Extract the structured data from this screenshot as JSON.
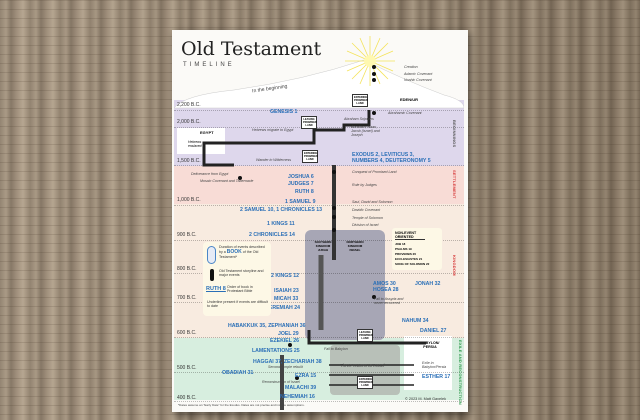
{
  "title": "Old Testament",
  "subtitle": "TIMELINE",
  "intro": "In the beginning",
  "years": [
    "2,200 B.C.",
    "2,000 B.C.",
    "1,500 B.C.",
    "1,000 B.C.",
    "900 B.C.",
    "800 B.C.",
    "700 B.C.",
    "600 B.C.",
    "500 B.C.",
    "400 B.C."
  ],
  "eras": [
    "BEGINNINGS",
    "SETTLEMENT",
    "KINGDOM",
    "EXILE AND RECONSTRUCTION"
  ],
  "places": {
    "eden": "EDEN/UR",
    "egypt": "EGYPT",
    "enslaved": "Hebrews enslaved",
    "babylon": "BABYLON/ PERSIA",
    "south": "SOUTHERN KINGDOM JUDAH",
    "north": "NORTHERN KINGDOM ISRAEL",
    "entering": "ENTERING PROMISED LAND",
    "leaving": "LEAVING PROMISED LAND"
  },
  "books": [
    "GENESIS 1",
    "EXODUS 2, LEVITICUS 3,",
    "NUMBERS 4, DEUTERONOMY 5",
    "JOSHUA 6",
    "JUDGES 7",
    "RUTH 8",
    "1 SAMUEL 9",
    "2 SAMUEL 10, 1 CHRONICLES 13",
    "1 KINGS 11",
    "2 CHRONICLES 14",
    "2 KINGS 12",
    "AMOS 30",
    "HOSEA 28",
    "JONAH 32",
    "ISAIAH 23",
    "MICAH 33",
    "JEREMIAH 24",
    "NAHUM 34",
    "HABAKKUK 35, ZEPHANIAH 36",
    "JOEL 29",
    "EZEKIEL 26",
    "DANIEL 27",
    "LAMENTATIONS 25",
    "HAGGAI 37, ZECHARIAH 38",
    "OBADIAH 31",
    "EZRA 15",
    "ESTHER 17",
    "MALACHI 39",
    "NEHEMIAH 16"
  ],
  "events": [
    "Creation",
    "Adamic Covenant",
    "Noahic Covenant",
    "Abrahamic Covenant",
    "Abraham Sojourns",
    "Abraham, Isaac, Jacob (Israel) and Joseph",
    "Hebrews migrate to Egypt",
    "Wander in Wilderness",
    "Deliverance from Egypt",
    "Mosaic Covenant and Tabernacle",
    "Conquest of Promised Land",
    "Rule by Judges",
    "Saul, David and Solomon",
    "Davidic Covenant",
    "Temple of Solomon",
    "Division of Israel",
    "Fall to Assyria and never recovered",
    "Fall to Babylon",
    "Three returns to Israel",
    "Second temple rebuilt",
    "Reconstruction of Israel",
    "Exile in Babylon/Persia"
  ],
  "legend": {
    "duration": "Duration of events described by a",
    "book": "BOOK",
    "duration2": "of the Old Testament*",
    "storyline": "Old Testament storyline and major events",
    "ruth": "RUTH 8",
    "order": "Order of book in Protestant Bible",
    "underline": "Underline present if events are difficult to date"
  },
  "nonevent": {
    "title": "NON-EVENT ORIENTED",
    "items": [
      "JOB 18",
      "PSALMS 19",
      "PROVERBS 20",
      "ECCLESIASTES 21",
      "SONG OF SOLOMON 22"
    ]
  },
  "footnote": "*Dates assume an \"Early Date\" for the Exodus. Dates are not precise and include assumptions.",
  "copyright": "© 2023 M. Matt Gavelek"
}
